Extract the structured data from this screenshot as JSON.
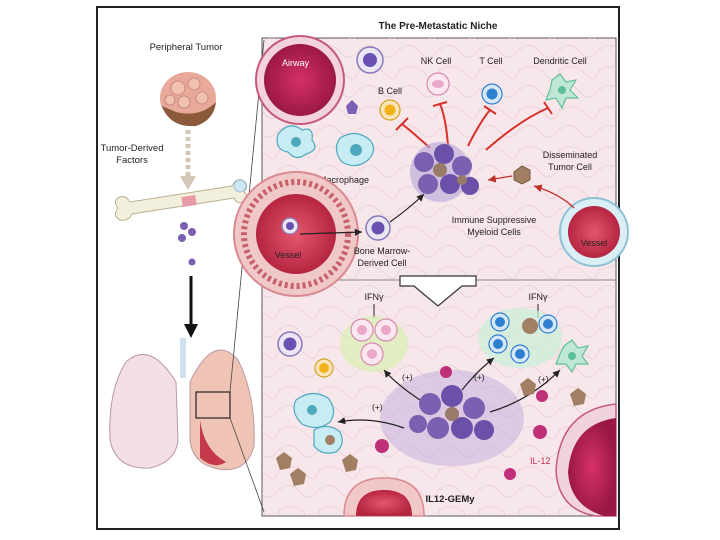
{
  "title": "The Pre-Metastatic Niche",
  "left_panel": {
    "peripheral_tumor": "Peripheral Tumor",
    "tumor_derived_1": "Tumor-Derived",
    "tumor_derived_2": "Factors"
  },
  "top_panel": {
    "airway": "Airway",
    "b_cell": "B Cell",
    "nk_cell": "NK Cell",
    "t_cell": "T Cell",
    "dendritic_cell": "Dendritic Cell",
    "macrophage": "Macrophage",
    "disseminated_1": "Disseminated",
    "disseminated_2": "Tumor Cell",
    "vessel_left": "Vessel",
    "vessel_right": "Vessel",
    "bone_marrow_1": "Bone Marrow-",
    "bone_marrow_2": "Derived Cell",
    "immune_supp_1": "Immune Suppressive",
    "immune_supp_2": "Myeloid Cells"
  },
  "bottom_panel": {
    "ifn_left": "IFNγ",
    "ifn_right": "IFNγ",
    "plus_1": "(+)",
    "plus_2": "(+)",
    "plus_3": "(+)",
    "plus_4": "(+)",
    "il12": "IL-12",
    "gemy": "IL12-GEMy"
  },
  "colors": {
    "niche_bg": "#f7e6ea",
    "tumor": "#6a5aa8",
    "vessel": "#d9405a",
    "inhibit": "#d9302a",
    "b_cell": "#f2b21b",
    "t_cell": "#2e7fd0",
    "dendritic": "#5fbf9a"
  }
}
